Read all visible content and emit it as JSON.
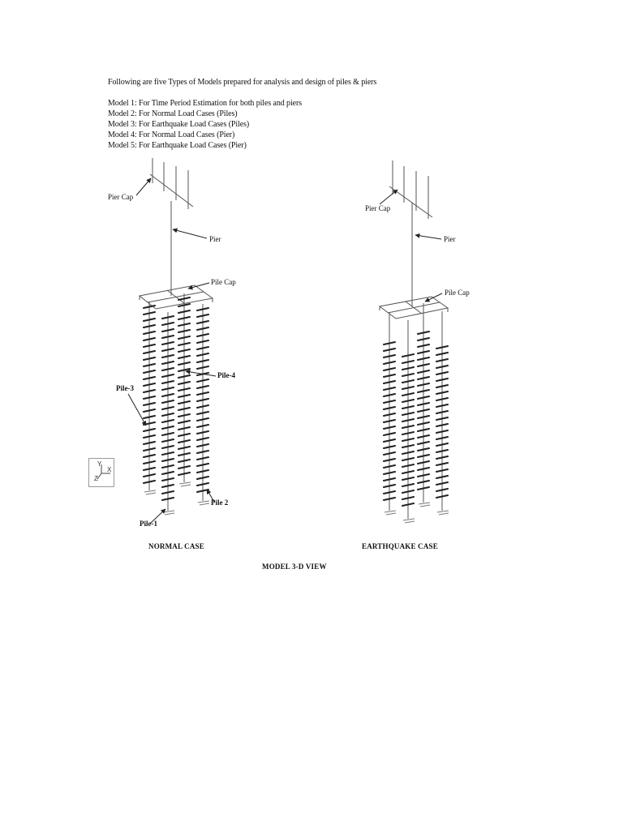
{
  "intro": "Following are five Types of Models prepared for analysis and design of piles & piers",
  "models": [
    "Model 1: For Time Period Estimation for both piles and piers",
    "Model 2: For Normal Load Cases (Piles)",
    "Model 3: For Earthquake Load Cases (Piles)",
    "Model 4: For Normal Load Cases (Pier)",
    "Model 5: For Earthquake Load Cases (Pier)"
  ],
  "normal_case": {
    "labels": {
      "pier_cap": "Pier Cap",
      "pier": "Pier",
      "pile_cap": "Pile Cap",
      "pile_3": "Pile-3",
      "pile_4": "Pile-4",
      "pile_2": "Pile 2",
      "pile_1": "Pile-1"
    },
    "caption": "NORMAL CASE"
  },
  "earthquake_case": {
    "labels": {
      "pier_cap": "Pier Cap",
      "pier": "Pier",
      "pile_cap": "Pile Cap"
    },
    "caption": "EARTHQUAKE CASE"
  },
  "axis": {
    "y": "Y",
    "x": "X",
    "z": "Z"
  },
  "figure_caption": "MODEL 3-D VIEW"
}
